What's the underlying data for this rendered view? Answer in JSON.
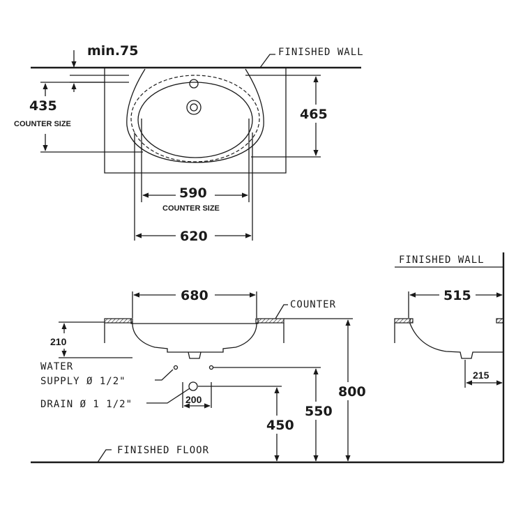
{
  "top_view": {
    "min_clearance": "min.75",
    "finished_wall": "FINISHED WALL",
    "depth_counter": "435",
    "counter_size_left": "COUNTER SIZE",
    "depth_overall": "465",
    "width_counter": "590",
    "counter_size_bottom": "COUNTER SIZE",
    "width_overall": "620"
  },
  "front_view": {
    "width": "680",
    "counter": "COUNTER",
    "height_210": "210",
    "water_supply": "WATER",
    "water_supply_2": "SUPPLY Ø 1/2\"",
    "drain": "DRAIN Ø 1 1/2\"",
    "spacing_200": "200",
    "height_450": "450",
    "height_550": "550",
    "height_800": "800",
    "finished_floor": "FINISHED FLOOR"
  },
  "side_view": {
    "finished_wall": "FINISHED WALL",
    "depth_515": "515",
    "offset_215": "215"
  }
}
